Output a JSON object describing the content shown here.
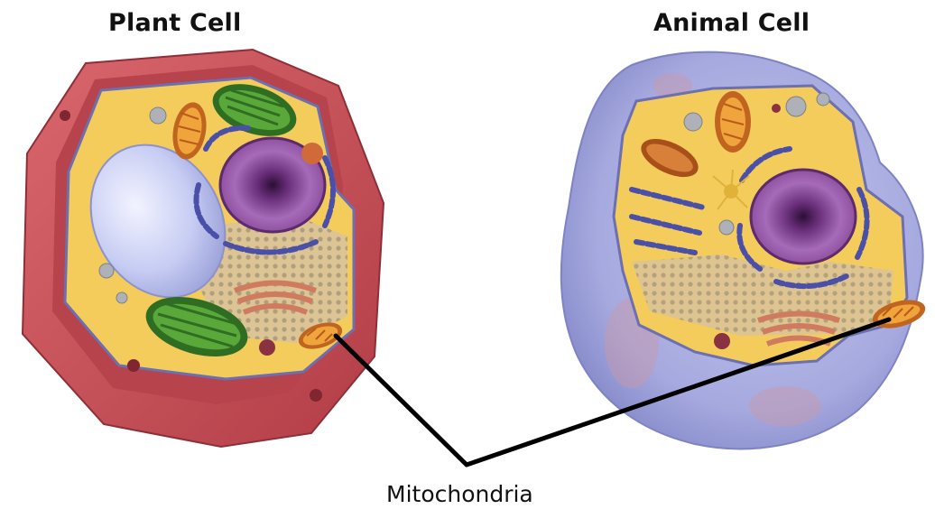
{
  "titles": {
    "plant": "Plant Cell",
    "animal": "Animal Cell"
  },
  "label": {
    "mitochondria": "Mitochondria"
  },
  "colors": {
    "cell_wall": "#c9525a",
    "cytoplasm": "#f4cc5c",
    "vacuole": "#c7cdf3",
    "chloroplast": "#3f8a2a",
    "nucleus": "#8c4a9c",
    "mitochondria": "#e08a2c",
    "er": "#4a4fa8",
    "golgi": "#d07a60",
    "animal_membrane": "#9a9ed6",
    "pointer_line": "#000000"
  },
  "icons": {
    "plant_cell": "plant-cell-illustration",
    "animal_cell": "animal-cell-illustration"
  }
}
